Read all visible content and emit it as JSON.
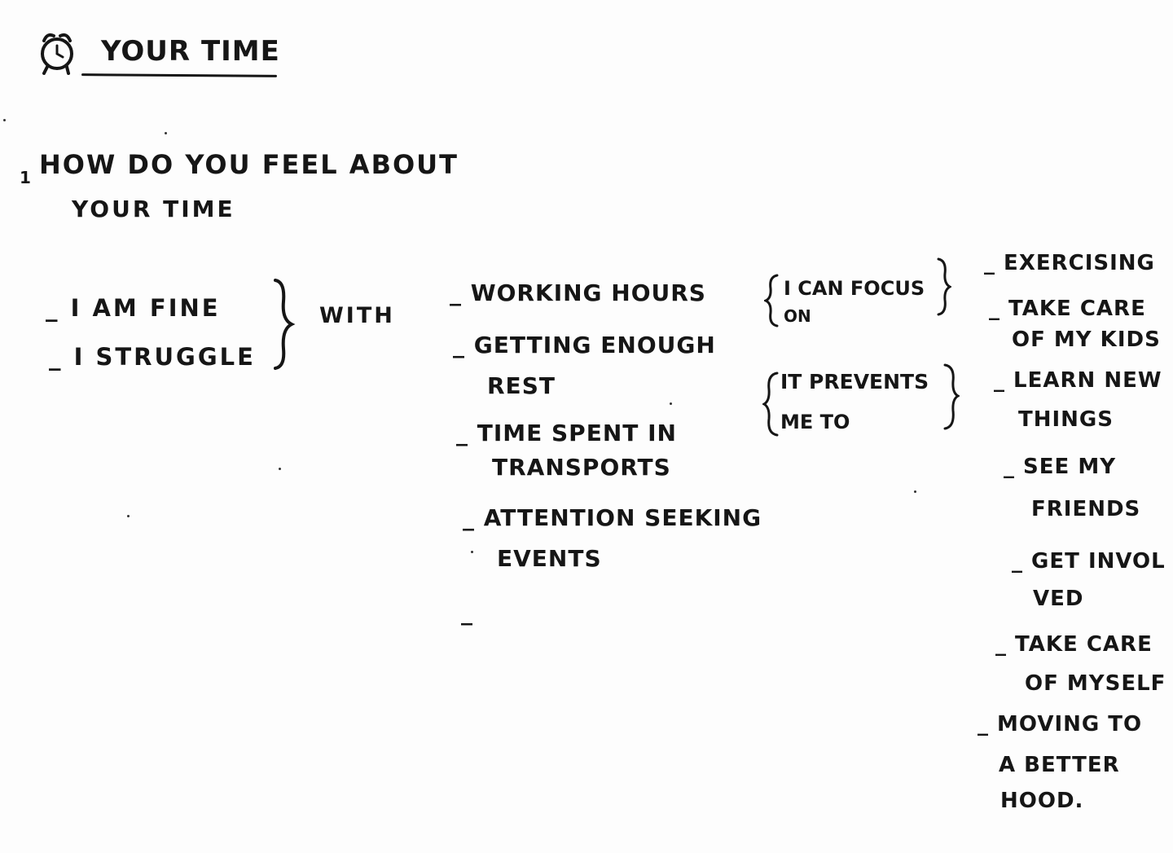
{
  "title": "YOUR TIME",
  "question": {
    "number": "1",
    "line1": "HOW DO YOU FEEL ABOUT",
    "line2": "YOUR TIME"
  },
  "options": [
    "_ I AM FINE",
    "_ I STRUGGLE"
  ],
  "connector": "WITH",
  "factors": [
    {
      "line1": "_ WORKING HOURS",
      "line2": ""
    },
    {
      "line1": "_ GETTING ENOUGH",
      "line2": "REST"
    },
    {
      "line1": "_ TIME SPENT IN",
      "line2": "TRANSPORTS"
    },
    {
      "line1": "_ ATTENTION SEEKING",
      "line2": "EVENTS"
    },
    {
      "line1": "_",
      "line2": ""
    }
  ],
  "effects": [
    {
      "line1": "I CAN FOCUS",
      "line2": "ON"
    },
    {
      "line1": "IT PREVENTS",
      "line2": "ME TO"
    }
  ],
  "activities": [
    {
      "line1": "_ EXERCISING",
      "line2": ""
    },
    {
      "line1": "_ TAKE CARE",
      "line2": "OF MY KIDS"
    },
    {
      "line1": "_ LEARN NEW",
      "line2": "THINGS"
    },
    {
      "line1": "_ SEE MY",
      "line2": "FRIENDS"
    },
    {
      "line1": "_ GET INVOL",
      "line2": "VED"
    },
    {
      "line1": "_ TAKE CARE",
      "line2": "OF MYSELF"
    },
    {
      "line1": "_ MOVING TO",
      "line2": "A BETTER",
      "line3": "HOOD."
    }
  ],
  "icons": {
    "title_icon": "alarm-clock-icon"
  }
}
